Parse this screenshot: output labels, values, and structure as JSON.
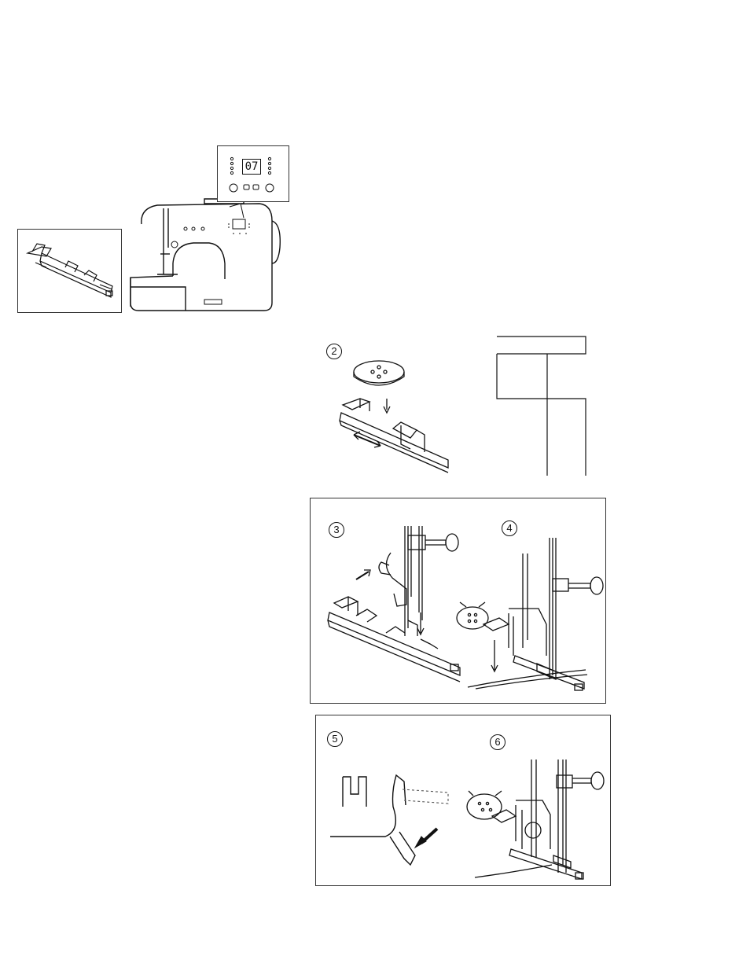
{
  "machine_display": {
    "pattern_number": "07"
  },
  "steps": {
    "step2": "2",
    "step3": "3",
    "step4": "4",
    "step5": "5",
    "step6": "6"
  },
  "colors": {
    "line": "#111111",
    "dashed": "#555555"
  }
}
